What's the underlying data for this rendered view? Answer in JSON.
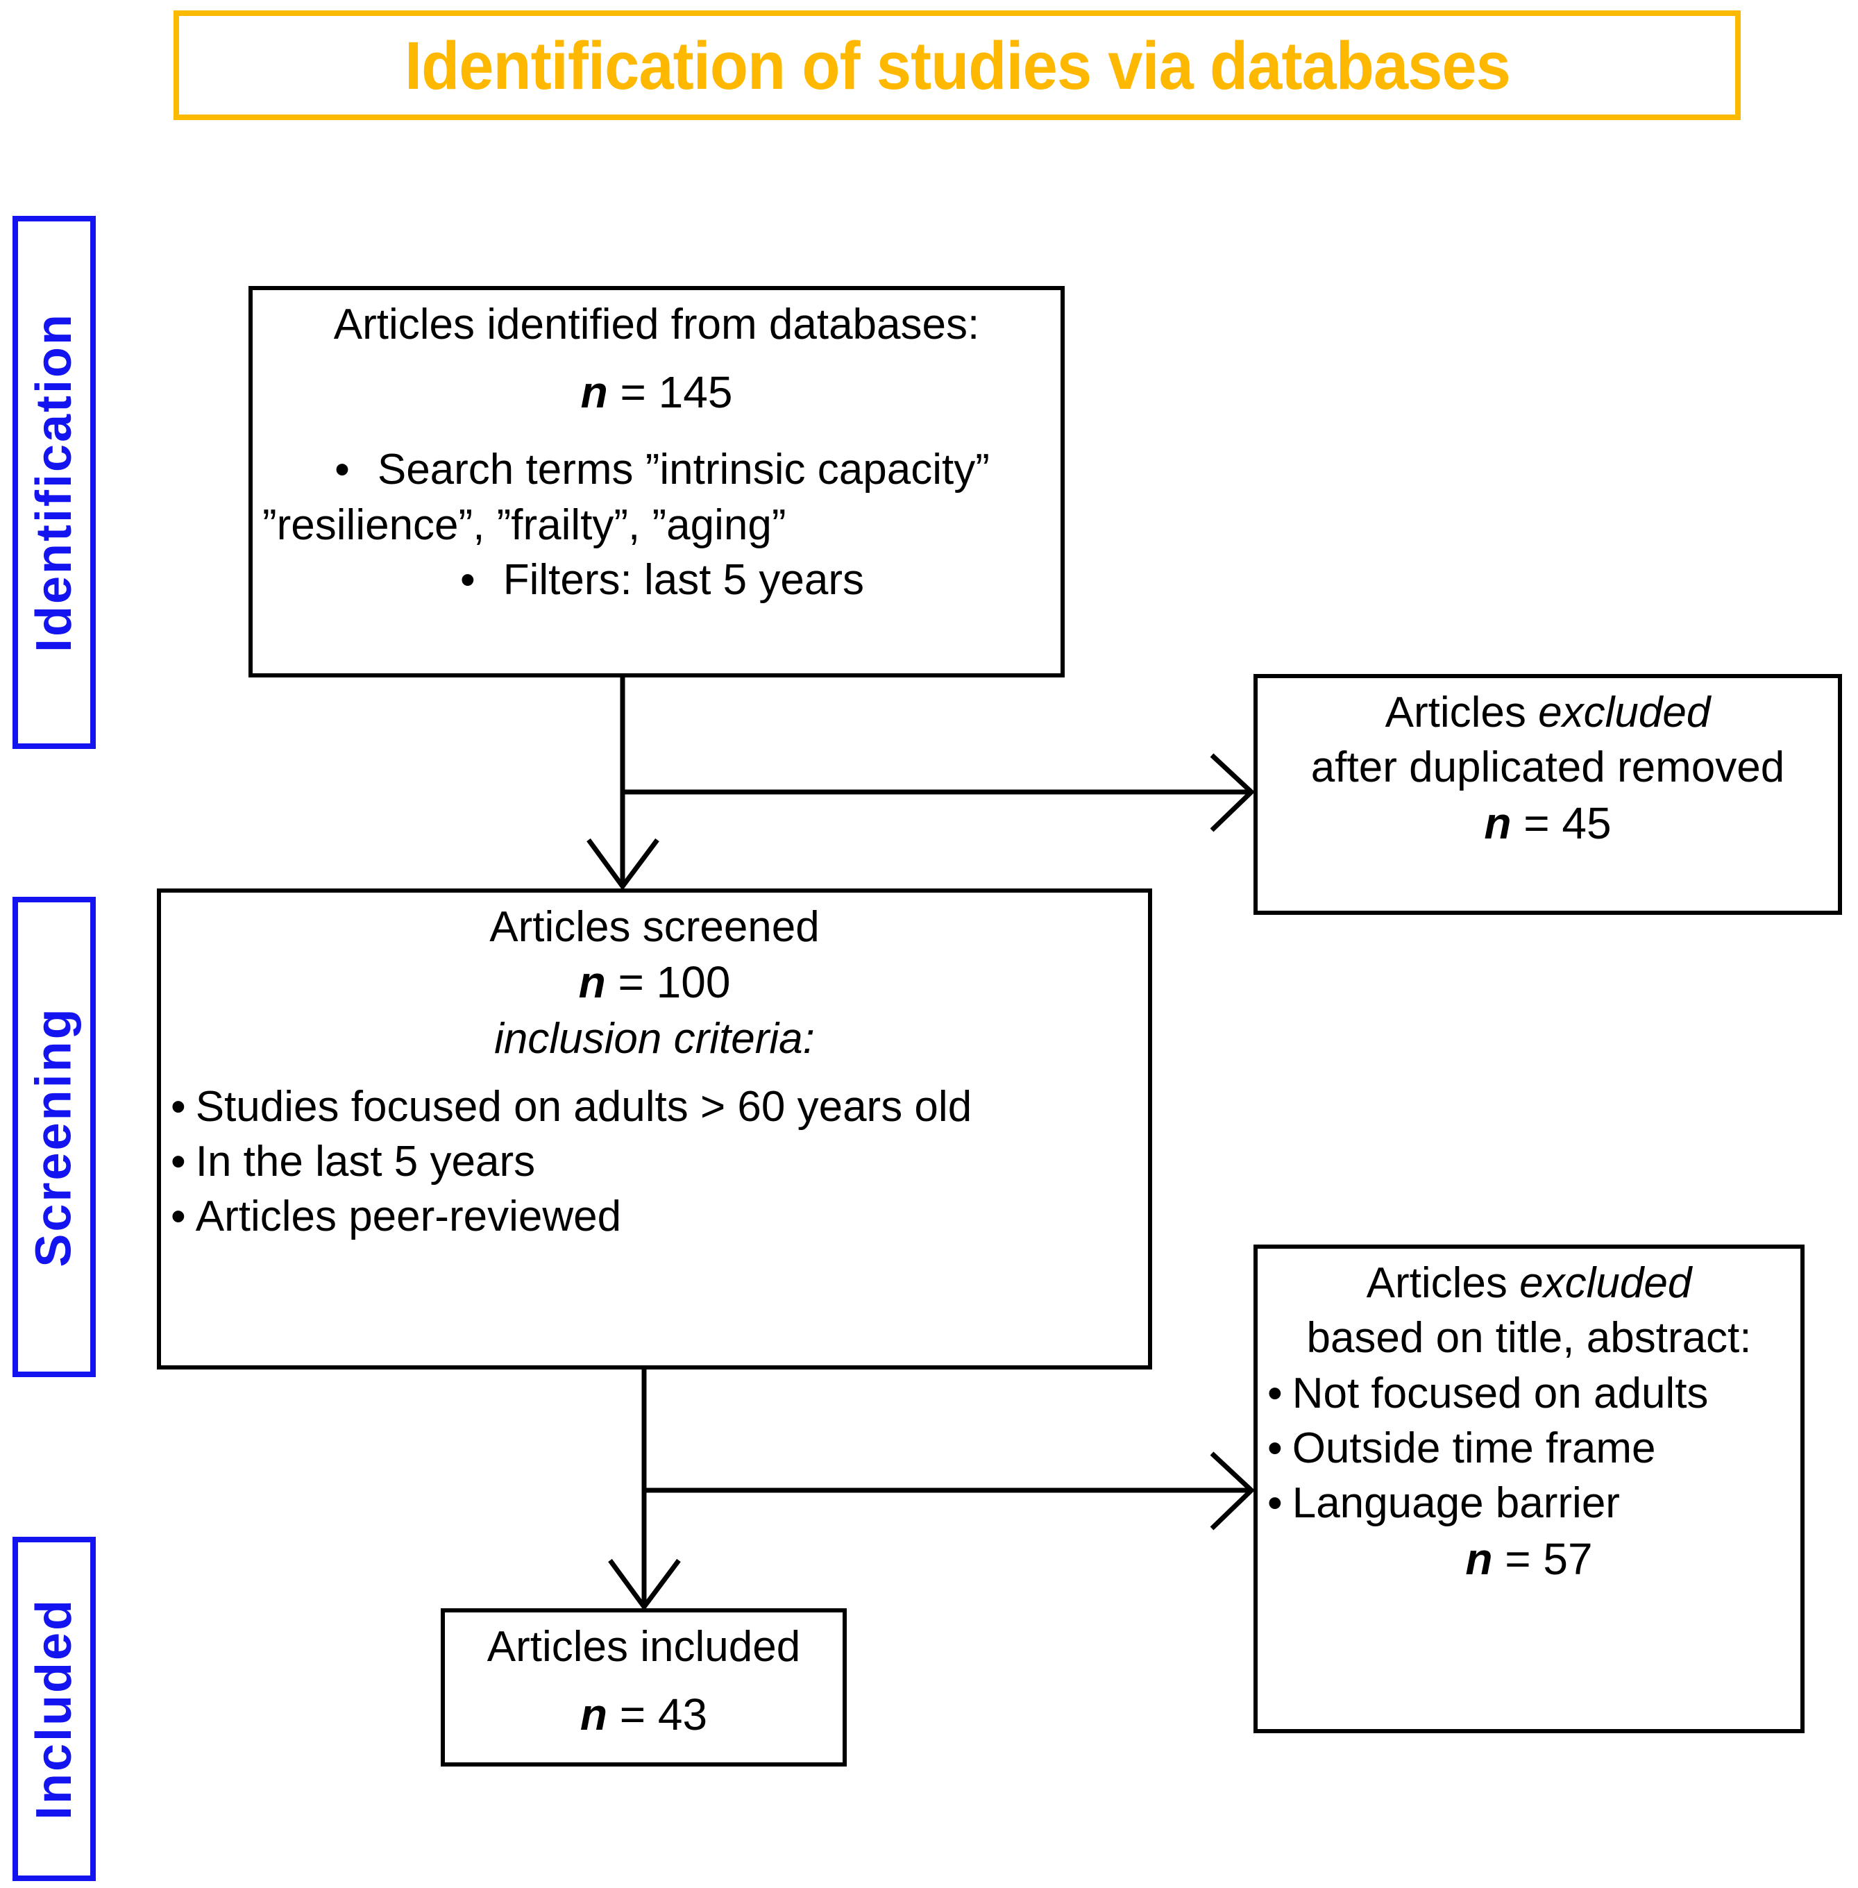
{
  "title": {
    "text": "Identification of studies via databases",
    "border_color": "#FBB900",
    "text_color": "#FFB800"
  },
  "stages": [
    {
      "id": "identification",
      "label": "Identification",
      "color": "#1414F0"
    },
    {
      "id": "screening",
      "label": "Screening",
      "color": "#1414F0"
    },
    {
      "id": "included",
      "label": "Included",
      "color": "#1414F0"
    }
  ],
  "boxes": {
    "identified": {
      "heading": "Articles identified from databases:",
      "n_symbol": "n",
      "n_value": " = 145",
      "bullets": [
        "Search terms ”intrinsic capacity”",
        "Filters: last 5 years"
      ],
      "continuation": "”resilience”, ”frailty”, ”aging”"
    },
    "excluded_1": {
      "heading_plain": "Articles ",
      "heading_italic": "excluded",
      "line2": "after duplicated removed",
      "n_symbol": "n",
      "n_value": " = 45"
    },
    "screened": {
      "heading": "Articles screened",
      "n_symbol": "n",
      "n_value": " = 100",
      "criteria_label": "inclusion criteria:",
      "bullets": [
        "Studies focused on adults > 60 years old",
        "In the last 5 years",
        "Articles peer-reviewed"
      ]
    },
    "excluded_2": {
      "heading_plain": "Articles ",
      "heading_italic": "excluded",
      "line2": "based on title, abstract:",
      "bullets": [
        "Not focused on adults",
        "Outside time frame",
        "Language barrier"
      ],
      "n_symbol": "n",
      "n_value": " = 57"
    },
    "included": {
      "heading": "Articles included",
      "n_symbol": "n",
      "n_value": " = 43"
    }
  },
  "chart_data": {
    "type": "diagram",
    "diagram_kind": "PRISMA flow diagram",
    "title": "Identification of studies via databases",
    "stages": [
      "Identification",
      "Screening",
      "Included"
    ],
    "nodes": [
      {
        "id": "identified",
        "stage": "Identification",
        "label": "Articles identified from databases",
        "n": 145
      },
      {
        "id": "excluded_1",
        "stage": "Identification",
        "label": "Articles excluded after duplicated removed",
        "n": 45
      },
      {
        "id": "screened",
        "stage": "Screening",
        "label": "Articles screened",
        "n": 100
      },
      {
        "id": "excluded_2",
        "stage": "Screening",
        "label": "Articles excluded based on title, abstract",
        "n": 57
      },
      {
        "id": "included",
        "stage": "Included",
        "label": "Articles included",
        "n": 43
      }
    ],
    "edges": [
      {
        "from": "identified",
        "to": "excluded_1"
      },
      {
        "from": "identified",
        "to": "screened"
      },
      {
        "from": "screened",
        "to": "excluded_2"
      },
      {
        "from": "screened",
        "to": "included"
      }
    ]
  }
}
